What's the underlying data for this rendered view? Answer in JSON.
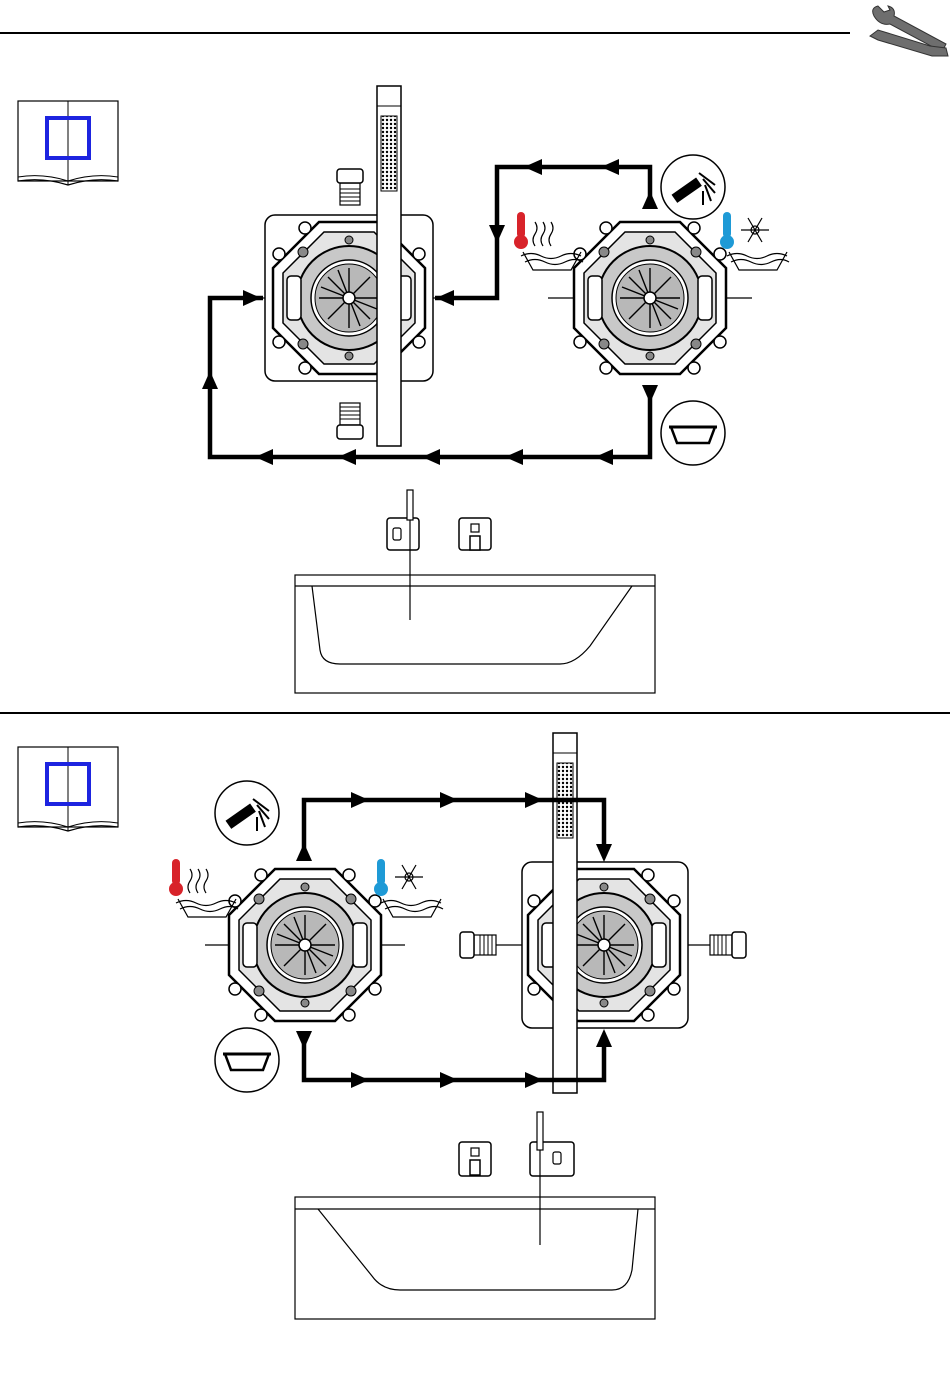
{
  "page": {
    "background": "#ffffff",
    "line_color": "#000000"
  },
  "icons": {
    "header": "wrench-screwdriver-icon",
    "manual": "open-book-icon",
    "shower": "shower-head-icon",
    "bathtub": "bathtub-icon",
    "hot": "hot-thermometer-icon",
    "cold": "cold-snowflake-icon",
    "wall_mixer": "wall-mixer-plate-icon",
    "wall_outlet": "wall-outlet-holder-icon"
  },
  "colors": {
    "manual_frame": "#1d24e0",
    "hot": "#d8232a",
    "cold": "#1e9ad6",
    "valve_fill": "#d0d0d0",
    "valve_dark": "#909090"
  },
  "sections": [
    {
      "id": "layout-a",
      "flow": [
        "mixer",
        "shower",
        "outlet",
        "bathtub",
        "mixer"
      ]
    },
    {
      "id": "layout-b",
      "flow": [
        "mixer",
        "shower",
        "outlet",
        "bathtub",
        "mixer"
      ]
    }
  ]
}
